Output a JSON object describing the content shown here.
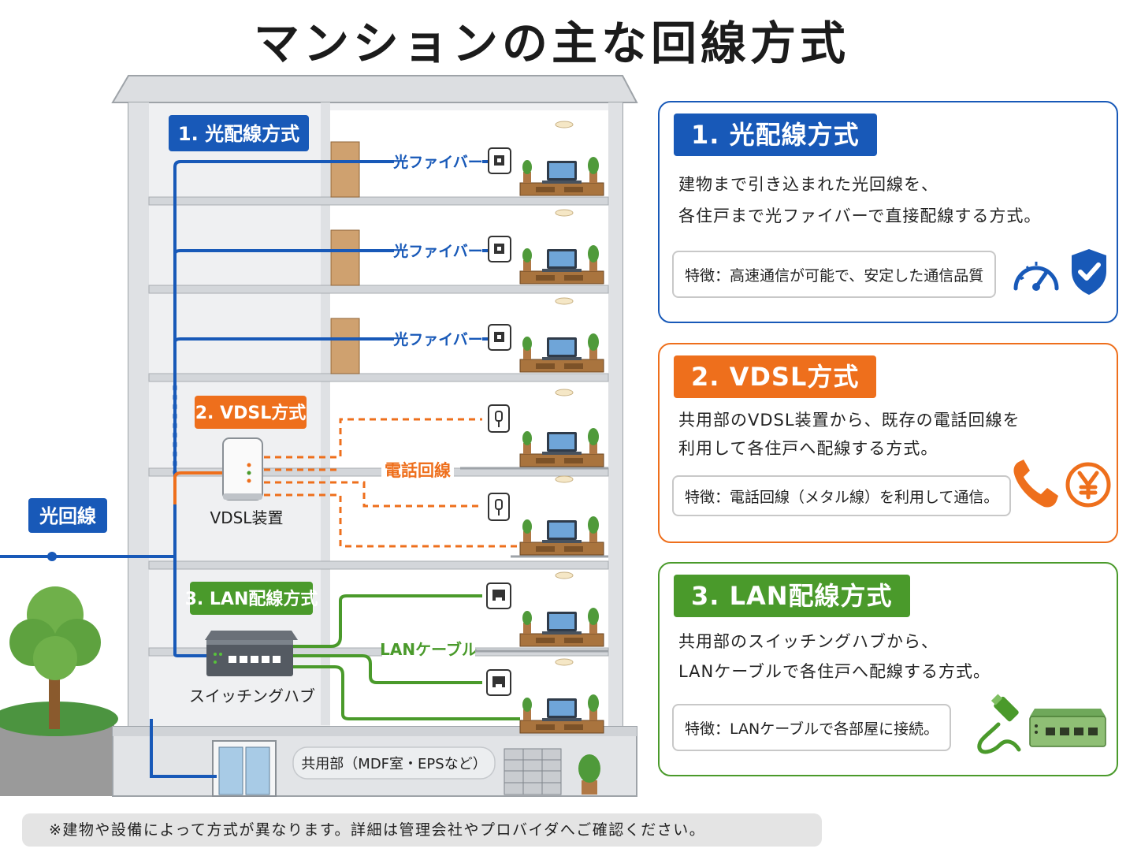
{
  "title": "マンションの主な回線方式",
  "diagram": {
    "incoming_line_label": "光回線",
    "fiber_section_label": "1. 光配線方式",
    "vdsl_section_label": "2. VDSL方式",
    "lan_section_label": "3. LAN配線方式",
    "fiber_cable_label": "光ファイバー",
    "phone_line_label": "電話回線",
    "lan_cable_label": "LANケーブル",
    "vdsl_device_label": "VDSL装置",
    "switching_hub_label": "スイッチングハブ",
    "common_area_label": "共用部（MDF室・EPSなど）"
  },
  "cards": [
    {
      "heading": "1. 光配線方式",
      "desc_lines": [
        "建物まで引き込まれた光回線を、",
        "各住戸まで光ファイバーで直接配線する方式。"
      ],
      "feature": "特徴：高速通信が可能で、安定した通信品質",
      "icons": [
        "speedometer-icon",
        "shield-check-icon"
      ]
    },
    {
      "heading": "2. VDSL方式",
      "desc_lines": [
        "共用部のVDSL装置から、既存の電話回線を",
        "利用して各住戸へ配線する方式。"
      ],
      "feature": "特徴：電話回線（メタル線）を利用して通信。",
      "icons": [
        "phone-icon",
        "yen-icon"
      ]
    },
    {
      "heading": "3. LAN配線方式",
      "desc_lines": [
        "共用部のスイッチングハブから、",
        "LANケーブルで各住戸へ配線する方式。"
      ],
      "feature": "特徴：LANケーブルで各部屋に接続。",
      "icons": [
        "lan-cable-icon",
        "switching-hub-icon"
      ]
    }
  ],
  "colors": {
    "fiber": "#1859b8",
    "vdsl": "#ee6f1c",
    "lan": "#4a9a2b",
    "building": "#e8e9eb"
  },
  "footnote": "※建物や設備によって方式が異なります。詳細は管理会社やプロバイダへご確認ください。"
}
